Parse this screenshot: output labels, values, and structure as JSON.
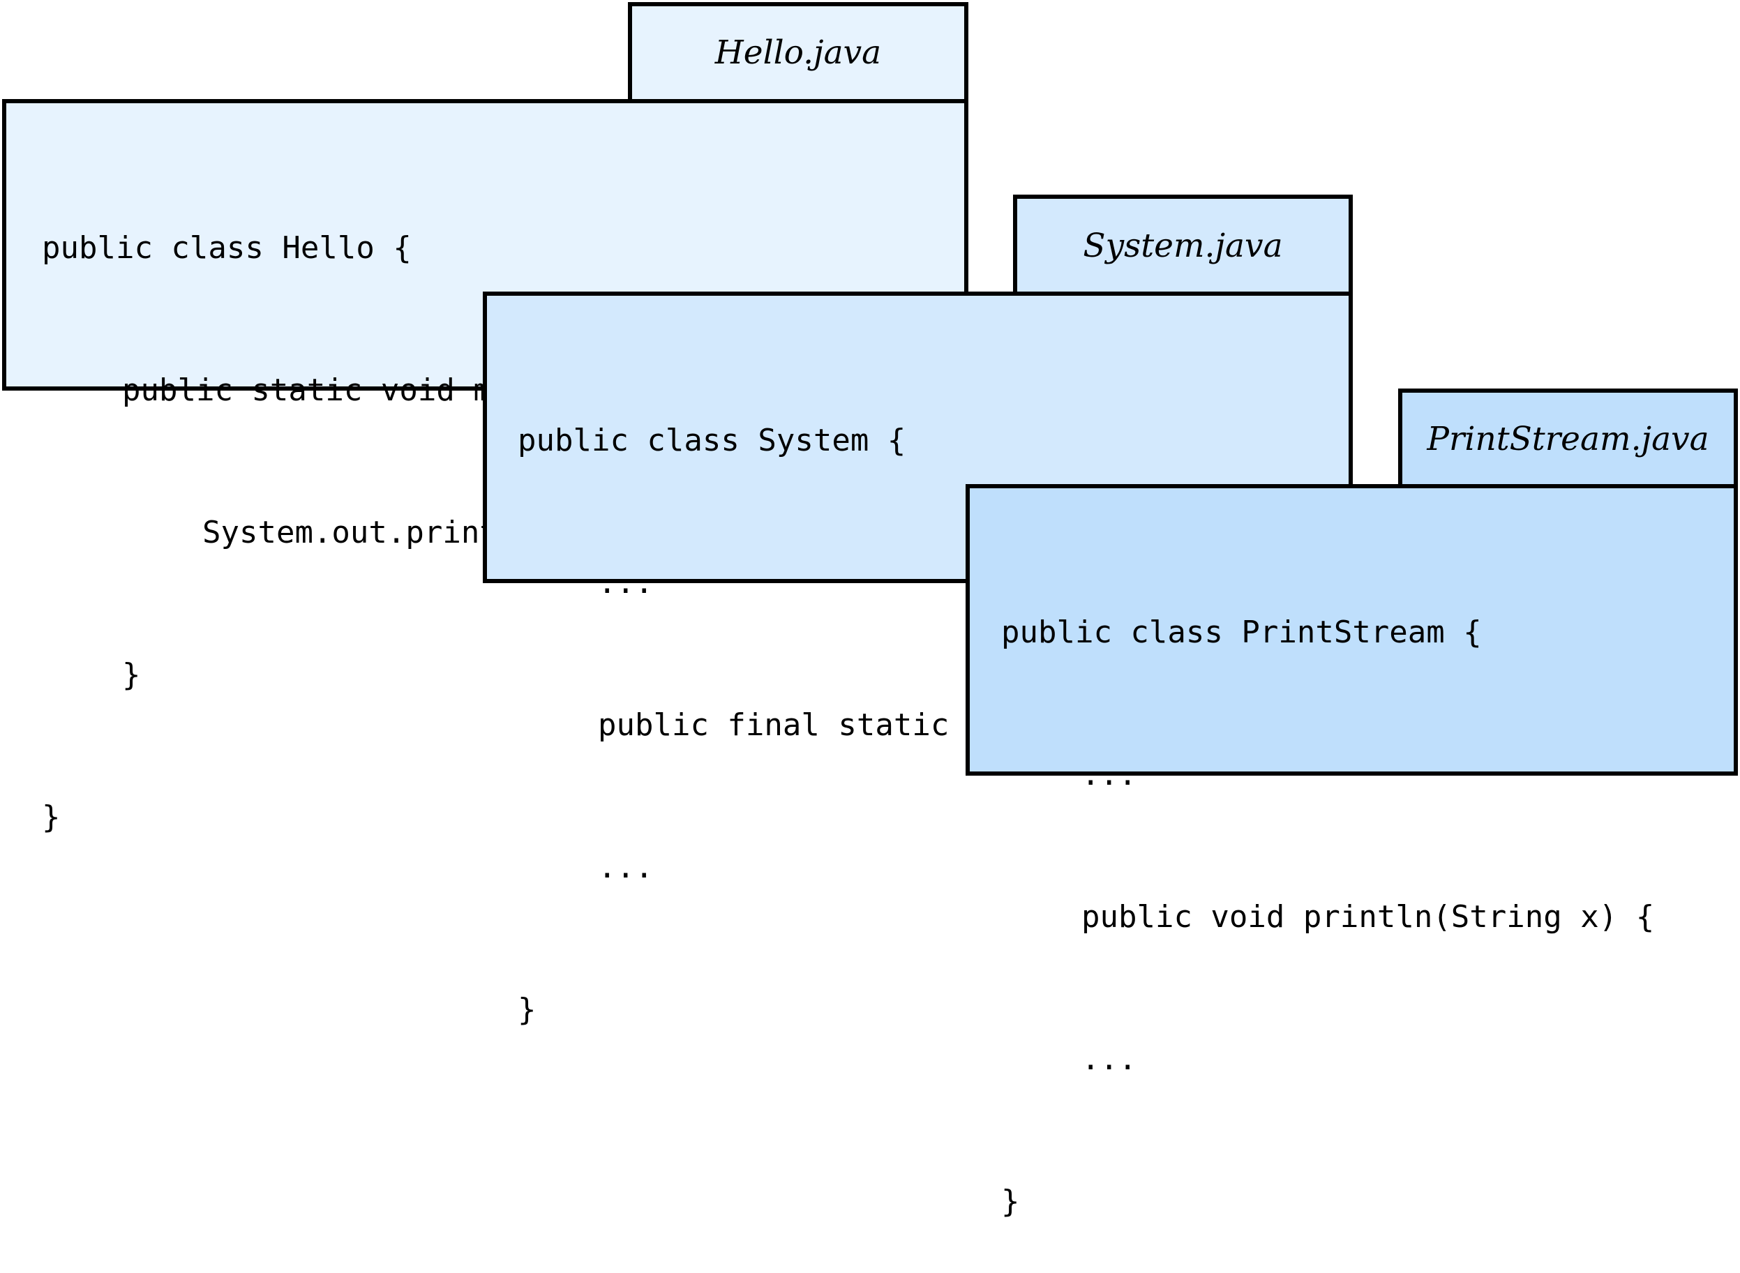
{
  "files": [
    {
      "filename": "Hello.java",
      "lines": [
        {
          "indent": 0,
          "text": "public class Hello {"
        },
        {
          "indent": 1,
          "text": "public static void main(String[] args) {"
        },
        {
          "indent": 2,
          "text": "System.out.println(\"Hello, World!\");"
        },
        {
          "indent": 1,
          "text": "}"
        },
        {
          "indent": 0,
          "text": "}"
        }
      ],
      "color": "#e7f3fe"
    },
    {
      "filename": "System.java",
      "lines": [
        {
          "indent": 0,
          "text": "public class System {"
        },
        {
          "indent": 1,
          "text": "..."
        },
        {
          "indent": 1,
          "text": "public final static PrintStream out;"
        },
        {
          "indent": 1,
          "text": "..."
        },
        {
          "indent": 0,
          "text": "}"
        }
      ],
      "color": "#d3e9fd"
    },
    {
      "filename": "PrintStream.java",
      "lines": [
        {
          "indent": 0,
          "text": "public class PrintStream {"
        },
        {
          "indent": 1,
          "text": "..."
        },
        {
          "indent": 1,
          "text": "public void println(String x) {"
        },
        {
          "indent": 1,
          "text": "..."
        },
        {
          "indent": 0,
          "text": "}"
        }
      ],
      "color": "#bfdffc"
    }
  ]
}
